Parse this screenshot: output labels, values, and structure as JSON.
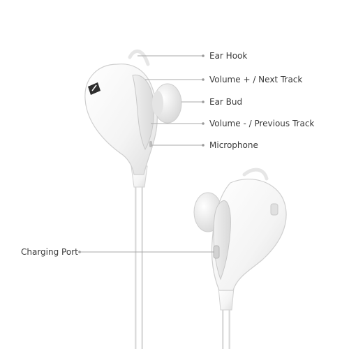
{
  "callouts": {
    "ear_hook": "Ear Hook",
    "volume_up": "Volume + / Next Track",
    "ear_bud": "Ear Bud",
    "volume_down": "Volume - / Previous Track",
    "microphone": "Microphone",
    "charging_port": "Charging Port"
  },
  "colors": {
    "body": "#ffffff",
    "body_shade": "#e2e2e2",
    "accent_panel": "#e9e9e9",
    "leader": "#a8a8a8",
    "label": "#3a3a3a"
  }
}
